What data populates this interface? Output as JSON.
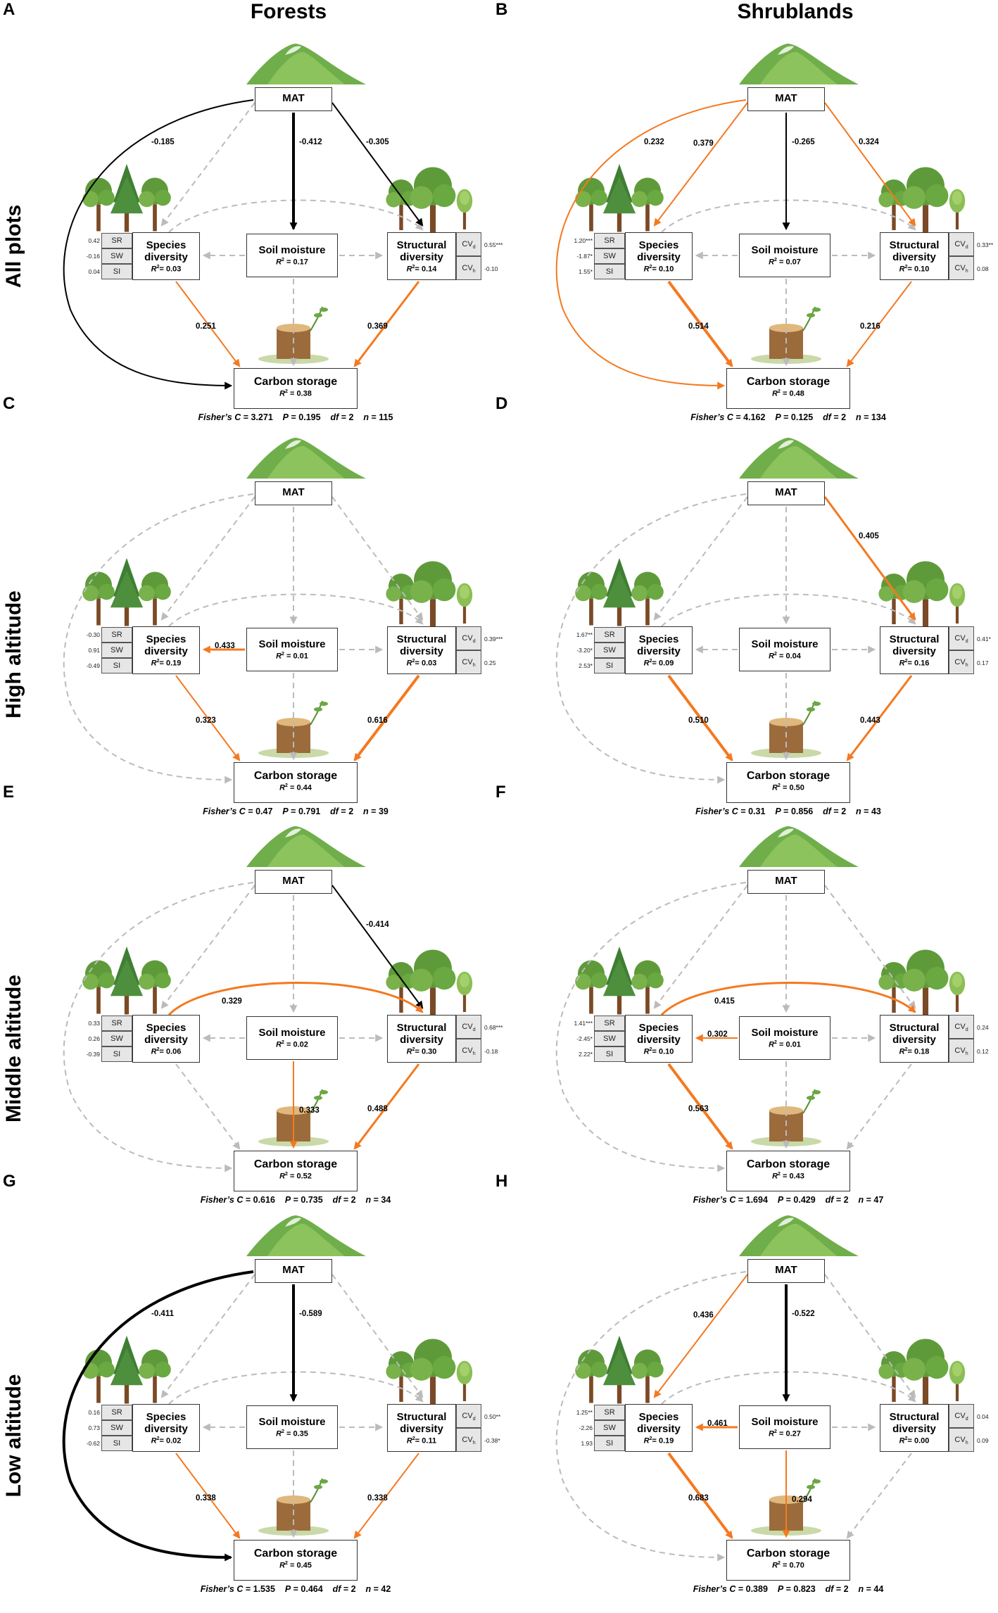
{
  "columns": {
    "forests": "Forests",
    "shrublands": "Shrublands"
  },
  "rows": [
    "All plots",
    "High altitude",
    "Middle altitude",
    "Low altitude"
  ],
  "common": {
    "mat": "MAT",
    "soil_moisture": "Soil moisture",
    "carbon_storage": "Carbon storage",
    "species_l1": "Species",
    "species_l2": "diversity",
    "structural_l1": "Structural",
    "structural_l2": "diversity",
    "sr": "SR",
    "sw": "SW",
    "si": "SI",
    "cvd": "CVd",
    "cvh": "CVh",
    "fisher_label": "Fisher’s C",
    "p_label": "P",
    "df_label": "df",
    "n_label": "n"
  },
  "colors": {
    "positive": "#F47920",
    "negative": "#000000",
    "nonsignificant": "#BBBBBB"
  },
  "panels": [
    {
      "id": "A",
      "r2": {
        "species": "0.03",
        "soil": "0.17",
        "structural": "0.14",
        "carbon": "0.38"
      },
      "species_loadings": [
        "0.42",
        "-0.16",
        "0.04"
      ],
      "structural_loadings": [
        "0.55***",
        "-0.10"
      ],
      "fisher": {
        "c": "3.271",
        "p": "0.195",
        "df": "2",
        "n": "115"
      },
      "paths": [
        {
          "from": "mat",
          "to": "carbon",
          "sign": "neg",
          "w": 2,
          "label": "-0.185"
        },
        {
          "from": "mat",
          "to": "soil",
          "sign": "neg",
          "w": 4,
          "label": "-0.412"
        },
        {
          "from": "mat",
          "to": "structural",
          "sign": "neg",
          "w": 2,
          "label": "-0.305"
        },
        {
          "from": "species",
          "to": "carbon",
          "sign": "pos",
          "w": 2,
          "label": "0.251"
        },
        {
          "from": "structural",
          "to": "carbon",
          "sign": "pos",
          "w": 3,
          "label": "0.369"
        }
      ]
    },
    {
      "id": "B",
      "r2": {
        "species": "0.10",
        "soil": "0.07",
        "structural": "0.10",
        "carbon": "0.48"
      },
      "species_loadings": [
        "1.20***",
        "-1.87*",
        "1.55*"
      ],
      "structural_loadings": [
        "0.33**",
        "0.08"
      ],
      "fisher": {
        "c": "4.162",
        "p": "0.125",
        "df": "2",
        "n": "134"
      },
      "paths": [
        {
          "from": "mat",
          "to": "carbon",
          "sign": "pos",
          "w": 2,
          "label": "0.232"
        },
        {
          "from": "mat",
          "to": "species",
          "sign": "pos",
          "w": 2,
          "label": "0.379"
        },
        {
          "from": "mat",
          "to": "soil",
          "sign": "neg",
          "w": 2,
          "label": "-0.265"
        },
        {
          "from": "mat",
          "to": "structural",
          "sign": "pos",
          "w": 2,
          "label": "0.324"
        },
        {
          "from": "species",
          "to": "carbon",
          "sign": "pos",
          "w": 4,
          "label": "0.514"
        },
        {
          "from": "structural",
          "to": "carbon",
          "sign": "pos",
          "w": 2,
          "label": "0.216"
        }
      ]
    },
    {
      "id": "C",
      "r2": {
        "species": "0.19",
        "soil": "0.01",
        "structural": "0.03",
        "carbon": "0.44"
      },
      "species_loadings": [
        "-0.30",
        "0.91",
        "-0.49"
      ],
      "structural_loadings": [
        "0.39***",
        "0.25"
      ],
      "fisher": {
        "c": "0.47",
        "p": "0.791",
        "df": "2",
        "n": "39"
      },
      "paths": [
        {
          "from": "soil",
          "to": "species",
          "sign": "pos",
          "w": 3,
          "label": "0.433"
        },
        {
          "from": "species",
          "to": "carbon",
          "sign": "pos",
          "w": 2,
          "label": "0.323"
        },
        {
          "from": "structural",
          "to": "carbon",
          "sign": "pos",
          "w": 4,
          "label": "0.616"
        }
      ]
    },
    {
      "id": "D",
      "r2": {
        "species": "0.09",
        "soil": "0.04",
        "structural": "0.16",
        "carbon": "0.50"
      },
      "species_loadings": [
        "1.67**",
        "-3.20*",
        "2.53*"
      ],
      "structural_loadings": [
        "0.41*",
        "0.17"
      ],
      "fisher": {
        "c": "0.31",
        "p": "0.856",
        "df": "2",
        "n": "43"
      },
      "paths": [
        {
          "from": "mat",
          "to": "structural",
          "sign": "pos",
          "w": 3,
          "label": "0.405"
        },
        {
          "from": "species",
          "to": "carbon",
          "sign": "pos",
          "w": 4,
          "label": "0.510"
        },
        {
          "from": "structural",
          "to": "carbon",
          "sign": "pos",
          "w": 3,
          "label": "0.443"
        }
      ]
    },
    {
      "id": "E",
      "r2": {
        "species": "0.06",
        "soil": "0.02",
        "structural": "0.30",
        "carbon": "0.52"
      },
      "species_loadings": [
        "0.33",
        "0.26",
        "-0.39"
      ],
      "structural_loadings": [
        "0.68***",
        "-0.18"
      ],
      "fisher": {
        "c": "0.616",
        "p": "0.735",
        "df": "2",
        "n": "34"
      },
      "paths": [
        {
          "from": "mat",
          "to": "structural",
          "sign": "neg",
          "w": 2,
          "label": "-0.414"
        },
        {
          "from": "species",
          "to": "structural",
          "sign": "pos",
          "w": 3,
          "label": "0.329"
        },
        {
          "from": "soil",
          "to": "carbon",
          "sign": "pos",
          "w": 2,
          "label": "0.333"
        },
        {
          "from": "structural",
          "to": "carbon",
          "sign": "pos",
          "w": 3,
          "label": "0.488"
        }
      ]
    },
    {
      "id": "F",
      "r2": {
        "species": "0.10",
        "soil": "0.01",
        "structural": "0.18",
        "carbon": "0.43"
      },
      "species_loadings": [
        "1.41***",
        "-2.45*",
        "2.22*"
      ],
      "structural_loadings": [
        "0.24",
        "0.12"
      ],
      "fisher": {
        "c": "1.694",
        "p": "0.429",
        "df": "2",
        "n": "47"
      },
      "paths": [
        {
          "from": "species",
          "to": "structural",
          "sign": "pos",
          "w": 3,
          "label": "0.415"
        },
        {
          "from": "soil",
          "to": "species",
          "sign": "pos",
          "w": 2,
          "label": "0.302"
        },
        {
          "from": "species",
          "to": "carbon",
          "sign": "pos",
          "w": 4,
          "label": "0.563"
        }
      ]
    },
    {
      "id": "G",
      "r2": {
        "species": "0.02",
        "soil": "0.35",
        "structural": "0.11",
        "carbon": "0.45"
      },
      "species_loadings": [
        "0.16",
        "0.73",
        "-0.62"
      ],
      "structural_loadings": [
        "0.50**",
        "-0.38*"
      ],
      "fisher": {
        "c": "1.535",
        "p": "0.464",
        "df": "2",
        "n": "42"
      },
      "paths": [
        {
          "from": "mat",
          "to": "carbon",
          "sign": "neg",
          "w": 4,
          "label": "-0.411"
        },
        {
          "from": "mat",
          "to": "soil",
          "sign": "neg",
          "w": 4,
          "label": "-0.589"
        },
        {
          "from": "species",
          "to": "carbon",
          "sign": "pos",
          "w": 2,
          "label": "0.338"
        },
        {
          "from": "structural",
          "to": "carbon",
          "sign": "pos",
          "w": 2,
          "label": "0.338"
        }
      ]
    },
    {
      "id": "H",
      "r2": {
        "species": "0.19",
        "soil": "0.27",
        "structural": "0.00",
        "carbon": "0.70"
      },
      "species_loadings": [
        "1.25**",
        "-2.26",
        "1.93"
      ],
      "structural_loadings": [
        "0.04",
        "0.09"
      ],
      "fisher": {
        "c": "0.389",
        "p": "0.823",
        "df": "2",
        "n": "44"
      },
      "paths": [
        {
          "from": "mat",
          "to": "species",
          "sign": "pos",
          "w": 2,
          "label": "0.436"
        },
        {
          "from": "mat",
          "to": "soil",
          "sign": "neg",
          "w": 4,
          "label": "-0.522"
        },
        {
          "from": "soil",
          "to": "species",
          "sign": "pos",
          "w": 3,
          "label": "0.461"
        },
        {
          "from": "soil",
          "to": "carbon",
          "sign": "pos",
          "w": 2,
          "label": "0.294"
        },
        {
          "from": "species",
          "to": "carbon",
          "sign": "pos",
          "w": 4,
          "label": "0.683"
        }
      ]
    }
  ]
}
